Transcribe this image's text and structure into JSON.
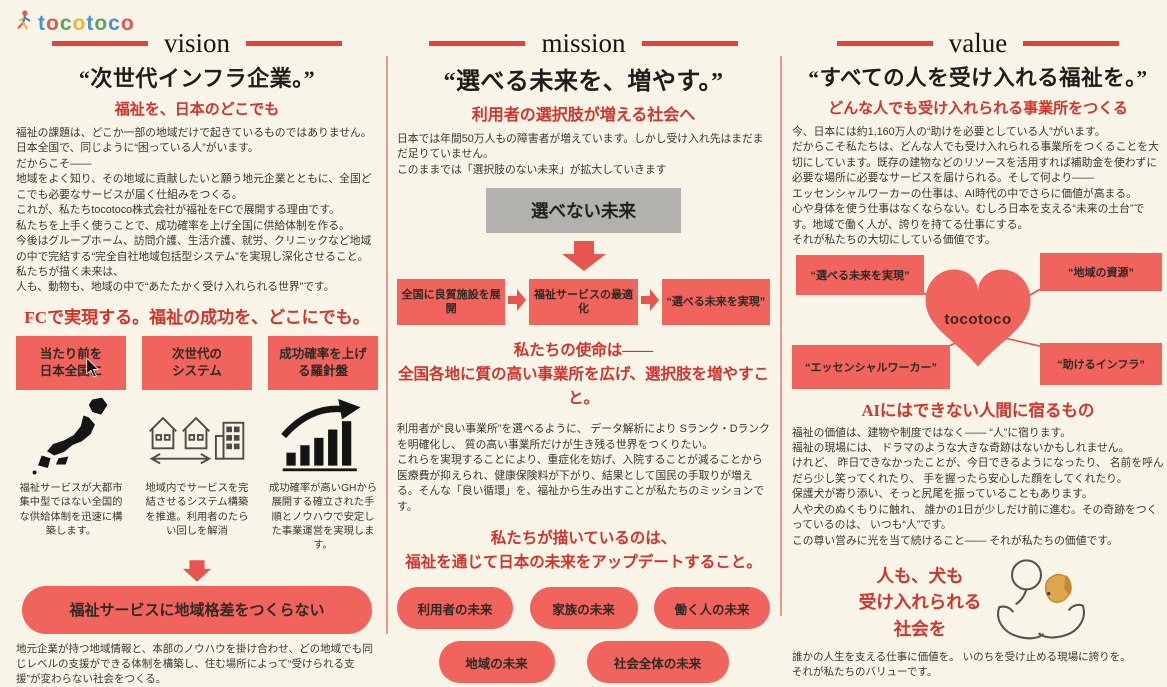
{
  "page": {
    "background": "#f8f4e8",
    "accent_red": "#e0433d",
    "box_red": "#f1645d",
    "text_red": "#d2342c",
    "text_dark": "#3b3732",
    "gray_box": "#b2b1ae"
  },
  "logo": {
    "text": "tocotoco",
    "icon": "walking-person-icon",
    "letters": [
      {
        "ch": "t",
        "color": "#4a90d9"
      },
      {
        "ch": "o",
        "color": "#e8554e"
      },
      {
        "ch": "c",
        "color": "#58a75b"
      },
      {
        "ch": "o",
        "color": "#f0b431"
      },
      {
        "ch": "t",
        "color": "#4a90d9"
      },
      {
        "ch": "o",
        "color": "#58a75b"
      },
      {
        "ch": "c",
        "color": "#4a90d9"
      },
      {
        "ch": "o",
        "color": "#e8554e"
      }
    ]
  },
  "vision": {
    "header": "vision",
    "title": "“次世代インフラ企業。”",
    "subtitle": "福祉を、日本のどこでも",
    "intro": "福祉の課題は、どこか一部の地域だけで起きているものではありません。\n日本全国で、同じように“困っている人”がいます。\nだからこそ——\n地域をよく知り、その地域に貢献したいと願う地元企業とともに、全国どこでも必要なサービスが届く仕組みをつくる。\nこれが、私たちtocotoco株式会社が福祉をFCで展開する理由です。\n私たちを上手く使うことで、成功確率を上げ全国に供給体制を作る。\n今後はグループホーム、訪問介護、生活介護、就労、クリニックなど地域の中で完結する“完全自社地域包括型システム”を実現し深化させること。\n私たちが描く未来は、\n人も、動物も、地域の中で“あたたかく受け入れられる世界”です。",
    "fc_heading": "FCで実現する。福祉の成功を、どこにでも。",
    "pillars": [
      {
        "box": "当たり前を\n日本全国に",
        "icon": "japan-map-icon",
        "desc": "福祉サービスが大都市集中型ではない全国的な供給体制を迅速に構築します。"
      },
      {
        "box": "次世代の\nシステム",
        "icon": "local-network-icon",
        "desc": "地域内でサービスを完結させるシステム構築を推進。利用者のたらい回しを解消"
      },
      {
        "box": "成功確率を上げ\nる羅針盤",
        "icon": "growth-chart-icon",
        "desc": "成功確率が高いGHから展開する確立された手順とノウハウで安定した事業運営を実現します。"
      }
    ],
    "banner": "福祉サービスに地域格差をつくらない",
    "outro": "地元企業が持つ地域情報と、本部のノウハウを掛け合わせ、どの地域でも同じレベルの支援ができる体制を構築し、住む場所によって“受けられる支援”が変わらない社会をつくる。"
  },
  "mission": {
    "header": "mission",
    "title": "“選べる未来を、増やす。”",
    "subtitle": "利用者の選択肢が増える社会へ",
    "intro": "日本では年間50万人もの障害者が増えています。しかし受け入れ先はまだまだ足りていません。\nこのままでは「選択肢のない未来」が拡大していきます",
    "gray_box": "選べない未来",
    "flow": [
      "全国に良質施設を展開",
      "福祉サービスの最適化",
      "“選べる未来を実現”"
    ],
    "statement1": "私たちの使命は——\n全国各地に質の高い事業所を広げ、選択肢を増やすこと。",
    "body": "利用者が“良い事業所”を選べるように、 データ解析により Sランク・Dランクを明確化し、 質の高い事業所だけが生き残る世界をつくりたい。\nこれらを実現することにより、重症化を妨げ、入院することが減ることから医療費が抑えられ、健康保険料が下がり、結果として国民の手取りが増える。そんな「良い循環」を、福祉から生み出すことが私たちのミッションです。",
    "statement2": "私たちが描いているのは、\n福祉を通じて日本の未来をアップデートすること。",
    "futures": [
      "利用者の未来",
      "家族の未来",
      "働く人の未来",
      "地域の未来",
      "社会全体の未来"
    ]
  },
  "value": {
    "header": "value",
    "title": "“すべての人を受け入れる福祉を。”",
    "subtitle": "どんな人でも受け入れられる事業所をつくる",
    "body1": "今、日本には約1,160万人の“助けを必要としている人”がいます。\nだからこそ私たちは、どんな人でも受け入れられる事業所をつくることを大切にしています。既存の建物などのリソースを活用すれば補助金を使わずに必要な場所に必要なサービスを届けられる。そして何より——\nエッセンシャルワーカーの仕事は、AI時代の中でさらに価値が高まる。\n心や身体を使う仕事はなくならない。むしろ日本を支える“未来の土台”です。地域で働く人が、誇りを持てる仕事にする。\nそれが私たちの大切にしている価値です。",
    "heart": {
      "center": "tocotoco",
      "nodes": [
        "“選べる未来を実現”",
        "“地域の資源”",
        "“エッセンシャルワーカー”",
        "“助けるインフラ”"
      ]
    },
    "ai_heading": "AIにはできない人間に宿るもの",
    "body2": "福祉の価値は、建物や制度ではなく—— “人”に宿ります。\n福祉の現場には、 ドラマのような大きな奇跡はないかもしれません。\nけれど、 昨日できなかったことが、今日できるようになったり、 名前を呼んだら少し笑ってくれたり、 手を握ったら安心した顔をしてくれたり。\n保護犬が寄り添い、そっと尻尾を振っていることもあります。\n人や犬のぬくもりに触れ、 誰かの1日が少しだけ前に進む。その奇跡をつくっているのは、 いつも“人”です。\nこの尊い営みに光を当て続けること—— それが私たちの価値です。",
    "slogan": "人も、犬も\n受け入れられる\n社会を",
    "outro": "誰かの人生を支える仕事に価値を。 いのちを受け止める現場に誇りを。\nそれが私たちのバリューです。"
  }
}
